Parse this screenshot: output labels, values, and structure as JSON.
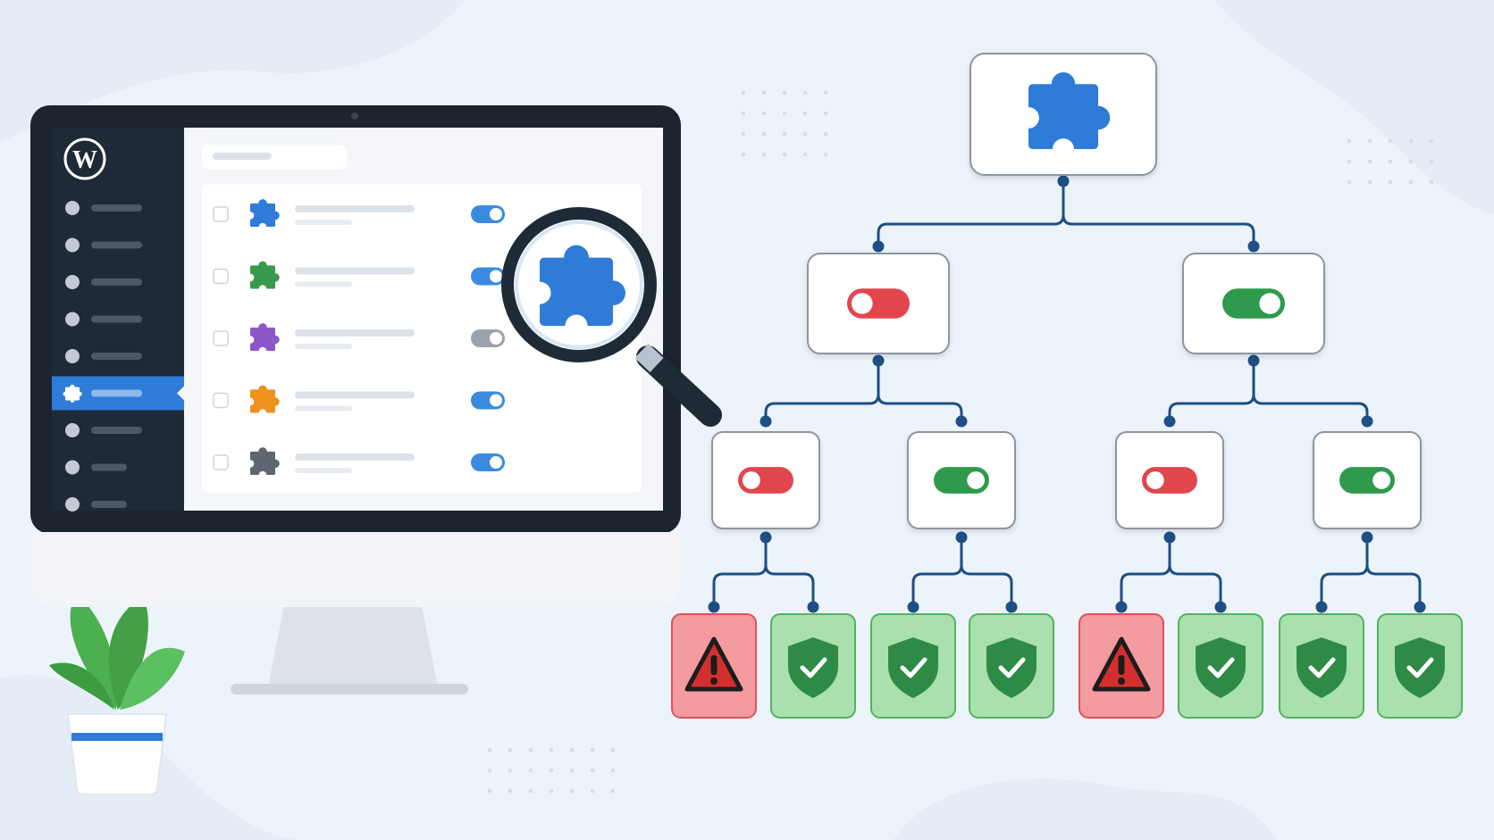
{
  "scene": {
    "title": "",
    "background_color": "#edf3fb",
    "blob_color": "#dde9f6"
  },
  "monitor": {
    "brand_icon": "wordpress-logo",
    "sidebar_color": "#1f2a37",
    "active_item_color": "#2f7bd8",
    "sidebar_items": [
      {
        "icon": "dashboard-gauge-icon",
        "active": false
      },
      {
        "icon": "pin-icon",
        "active": false
      },
      {
        "icon": "page-icon",
        "active": false
      },
      {
        "icon": "comment-bubble-icon",
        "active": false
      },
      {
        "icon": "brush-icon",
        "active": false
      },
      {
        "icon": "plugin-icon",
        "active": true
      },
      {
        "icon": "user-icon",
        "active": false
      },
      {
        "icon": "wrench-icon",
        "active": false
      },
      {
        "icon": "settings-gear-icon",
        "active": false
      }
    ],
    "plugins": [
      {
        "color": "#2f7bd8",
        "enabled": true
      },
      {
        "color": "#3a9a4c",
        "enabled": true
      },
      {
        "color": "#8e57c9",
        "enabled": false
      },
      {
        "color": "#f0901f",
        "enabled": true
      },
      {
        "color": "#5f6670",
        "enabled": true
      }
    ],
    "toggle_on_color": "#3a8be0",
    "toggle_off_color": "#9aa3ad"
  },
  "magnifier": {
    "icon": "plugin-puzzle-icon",
    "color": "#2f7bd8"
  },
  "tree": {
    "root_icon": "plugin-puzzle-icon",
    "root_color": "#2f7bd8",
    "level1": [
      {
        "state": "off"
      },
      {
        "state": "on"
      }
    ],
    "level2": [
      {
        "state": "off"
      },
      {
        "state": "on"
      },
      {
        "state": "off"
      },
      {
        "state": "on"
      }
    ],
    "results": [
      {
        "status": "warning"
      },
      {
        "status": "ok"
      },
      {
        "status": "ok"
      },
      {
        "status": "ok"
      },
      {
        "status": "warning"
      },
      {
        "status": "ok"
      },
      {
        "status": "ok"
      },
      {
        "status": "ok"
      }
    ],
    "colors": {
      "line": "#1d4f84",
      "node_border": "#8c96a2",
      "on": "#2f9a4c",
      "off": "#e2464d",
      "ok_fill": "#a9e0ad",
      "ok_border": "#52b35c",
      "warn_fill": "#f39b9e",
      "warn_border": "#e05258"
    }
  },
  "plant": {
    "leaf_color": "#4caf50",
    "pot_color": "#ffffff",
    "pot_band_color": "#2f7bd8"
  }
}
